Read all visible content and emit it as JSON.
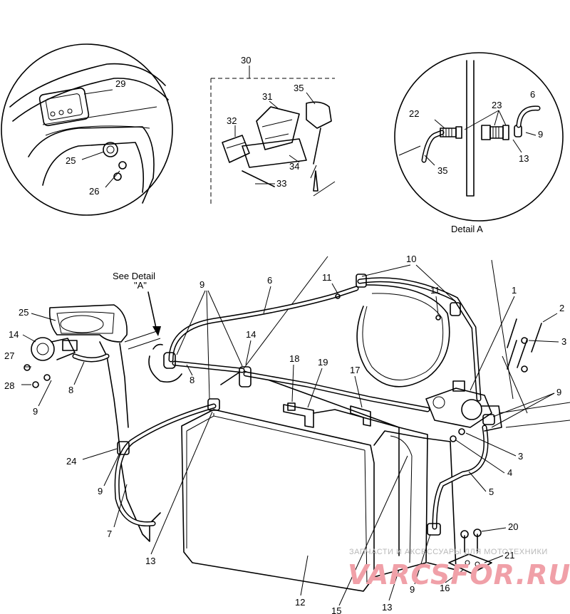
{
  "callouts": {
    "n1": "1",
    "n2": "2",
    "n3a": "3",
    "n3b": "3",
    "n4": "4",
    "n5": "5",
    "n6a": "6",
    "n6b": "6",
    "n7": "7",
    "n8a": "8",
    "n8b": "8",
    "n9a": "9",
    "n9b": "9",
    "n9c": "9",
    "n9d": "9",
    "n9e": "9",
    "n10": "10",
    "n11a": "11",
    "n11b": "11",
    "n12": "12",
    "n13a": "13",
    "n13b": "13",
    "n13c": "13",
    "n14a": "14",
    "n14b": "14",
    "n15": "15",
    "n16": "16",
    "n17": "17",
    "n18": "18",
    "n19": "19",
    "n20": "20",
    "n21": "21",
    "n22": "22",
    "n23": "23",
    "n24": "24",
    "n25a": "25",
    "n25b": "25",
    "n26": "26",
    "n27": "27",
    "n28": "28",
    "n29": "29",
    "n30": "30",
    "n31": "31",
    "n32": "32",
    "n33": "33",
    "n34": "34",
    "n35a": "35",
    "n35b": "35"
  },
  "labels": {
    "see_detail_line1": "See Detail",
    "see_detail_line2": "\"A\"",
    "detail_a": "Detail A"
  },
  "watermark": {
    "line1": "ЗАПЧАСТИ И АКСЕССУАРЫ ДЛЯ МОТОТЕХНИКИ",
    "line2": "VARCSFOR.RU"
  }
}
